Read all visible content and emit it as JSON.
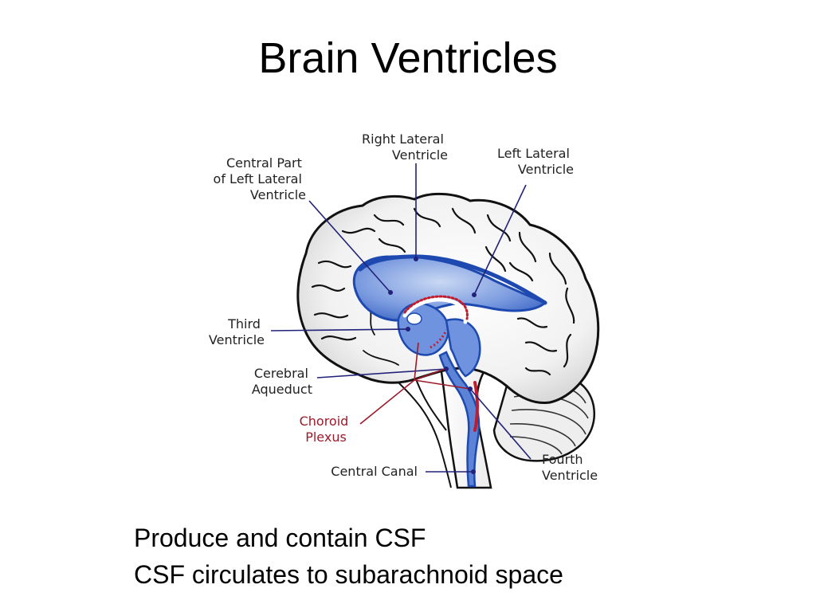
{
  "slide": {
    "title": "Brain Ventricles",
    "bullets": [
      "Produce and contain CSF",
      "CSF circulates to subarachnoid space"
    ]
  },
  "diagram": {
    "labels": {
      "central_part": [
        "Central Part",
        "of Left Lateral",
        "Ventricle"
      ],
      "right_lateral": [
        "Right Lateral",
        "Ventricle"
      ],
      "left_lateral": [
        "Left Lateral",
        "Ventricle"
      ],
      "third": [
        "Third",
        "Ventricle"
      ],
      "aqueduct": [
        "Cerebral",
        "Aqueduct"
      ],
      "choroid": [
        "Choroid",
        "Plexus"
      ],
      "central_canal": [
        "Central Canal"
      ],
      "fourth": [
        "Fourth",
        "Ventricle"
      ]
    },
    "colors": {
      "leader": "#22227a",
      "choroid": "#9b1b2b",
      "ventricle_fill": "#3f6dc8",
      "ventricle_dark": "#1d49b0",
      "outline": "#111111",
      "label": "#222222"
    }
  }
}
